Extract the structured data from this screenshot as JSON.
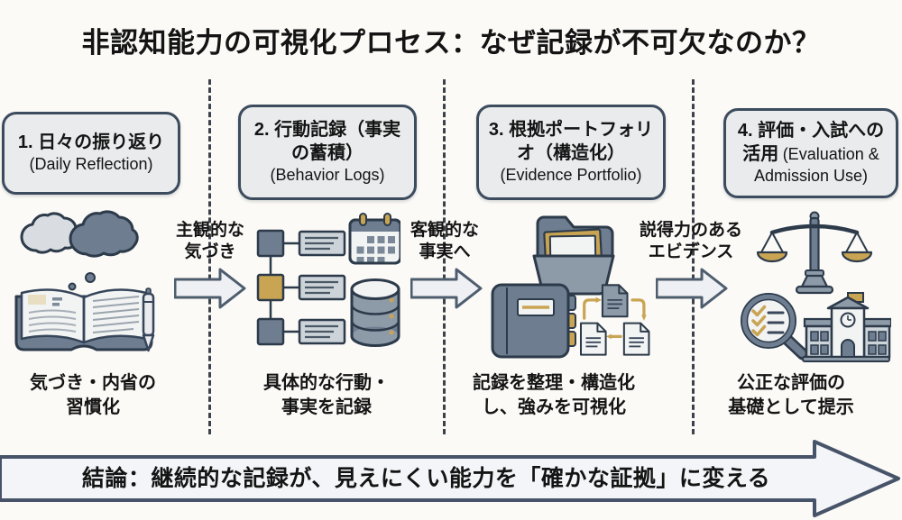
{
  "title": "非認知能力の可視化プロセス：なぜ記録が不可欠なのか？",
  "steps": [
    {
      "jp": "1. 日々の振り返り",
      "en": "(Daily Reflection)",
      "caption_line1": "気づき・内省の",
      "caption_line2": "習慣化",
      "icon": "journal-with-thought-clouds-and-pen"
    },
    {
      "jp": "2. 行動記録（事実の蓄積）",
      "en": "(Behavior Logs)",
      "caption_line1": "具体的な行動・",
      "caption_line2": "事実を記録",
      "icon": "flowchart-calendar-database"
    },
    {
      "jp": "3. 根拠ポートフォリオ（構造化）",
      "en": "(Evidence Portfolio)",
      "caption_line1": "記録を整理・構造化",
      "caption_line2": "し、強みを可視化",
      "icon": "folder-binder-documents-cycle"
    },
    {
      "jp": "4. 評価・入試への活用",
      "en": "(Evaluation & Admission Use)",
      "caption_line1": "公正な評価の",
      "caption_line2": "基礎として提示",
      "icon": "balance-scale-magnifier-school"
    }
  ],
  "transitions": [
    {
      "line1": "主観的な",
      "line2": "気づき"
    },
    {
      "line1": "客観的な",
      "line2": "事実へ"
    },
    {
      "line1": "説得力のある",
      "line2": "エビデンス"
    }
  ],
  "conclusion": "結論：継続的な記録が、見えにくい能力を「確かな証拠」に変える",
  "palette": {
    "background": "#fbfaf7",
    "text": "#141414",
    "box_fill": "#e9ebec",
    "box_border": "#3c4c5e",
    "divider": "#3c4249",
    "arrow_fill": "#eef0f3",
    "arrow_border": "#4e5d6e",
    "banner_fill": "#f3f5f8",
    "banner_border": "#475368",
    "icon_slate": "#6e7d90",
    "icon_slate_light": "#8d9aa8",
    "icon_gray": "#ccd3d9",
    "icon_light": "#f2f3f3",
    "icon_gold": "#c9a453",
    "icon_dark": "#2c3a4a"
  }
}
